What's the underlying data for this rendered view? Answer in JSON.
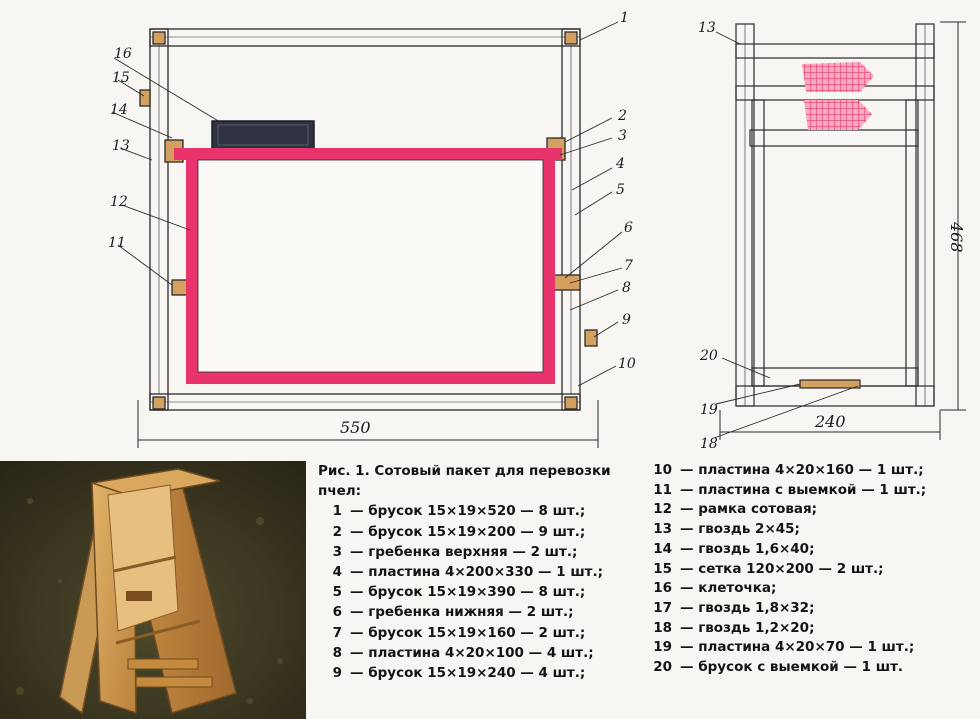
{
  "figure": {
    "caption_title": "Рис. 1. Сотовый пакет для перевозки пчел:",
    "dimensions": {
      "width_main": "550",
      "width_side": "240",
      "height_side": "468"
    },
    "callouts_main": [
      "1",
      "2",
      "3",
      "4",
      "5",
      "6",
      "7",
      "8",
      "9",
      "10",
      "11",
      "12",
      "13",
      "14",
      "15",
      "16"
    ],
    "callouts_side": [
      "13",
      "18",
      "19",
      "20"
    ]
  },
  "legend": [
    {
      "num": "1",
      "text": "— брусок 15×19×520 — 8 шт.;"
    },
    {
      "num": "2",
      "text": "— брусок 15×19×200 — 9 шт.;"
    },
    {
      "num": "3",
      "text": "— гребенка верхняя — 2 шт.;"
    },
    {
      "num": "4",
      "text": "— пластина 4×200×330 — 1 шт.;"
    },
    {
      "num": "5",
      "text": "— брусок 15×19×390 — 8 шт.;"
    },
    {
      "num": "6",
      "text": "— гребенка нижняя — 2 шт.;"
    },
    {
      "num": "7",
      "text": "— брусок 15×19×160 — 2 шт.;"
    },
    {
      "num": "8",
      "text": "— пластина 4×20×100 — 4 шт.;"
    },
    {
      "num": "9",
      "text": "— брусок 15×19×240 — 4 шт.;"
    },
    {
      "num": "10",
      "text": "— пластина 4×20×160 — 1 шт.;"
    },
    {
      "num": "11",
      "text": "— пластина с выемкой — 1 шт.;"
    },
    {
      "num": "12",
      "text": "— рамка сотовая;"
    },
    {
      "num": "13",
      "text": "— гвоздь 2×45;"
    },
    {
      "num": "14",
      "text": "— гвоздь 1,6×40;"
    },
    {
      "num": "15",
      "text": "— сетка 120×200 — 2 шт.;"
    },
    {
      "num": "16",
      "text": "— клеточка;"
    },
    {
      "num": "17",
      "text": "— гвоздь 1,8×32;"
    },
    {
      "num": "18",
      "text": "— гвоздь 1,2×20;"
    },
    {
      "num": "19",
      "text": "— пластина 4×20×70 — 1 шт.;"
    },
    {
      "num": "20",
      "text": "— брусок с выемкой — 1 шт."
    }
  ],
  "colors": {
    "frame_pink": "#e8336d",
    "mesh_pink": "#f08aa8",
    "wood": "#c9954c",
    "line": "#2a2a2a"
  }
}
